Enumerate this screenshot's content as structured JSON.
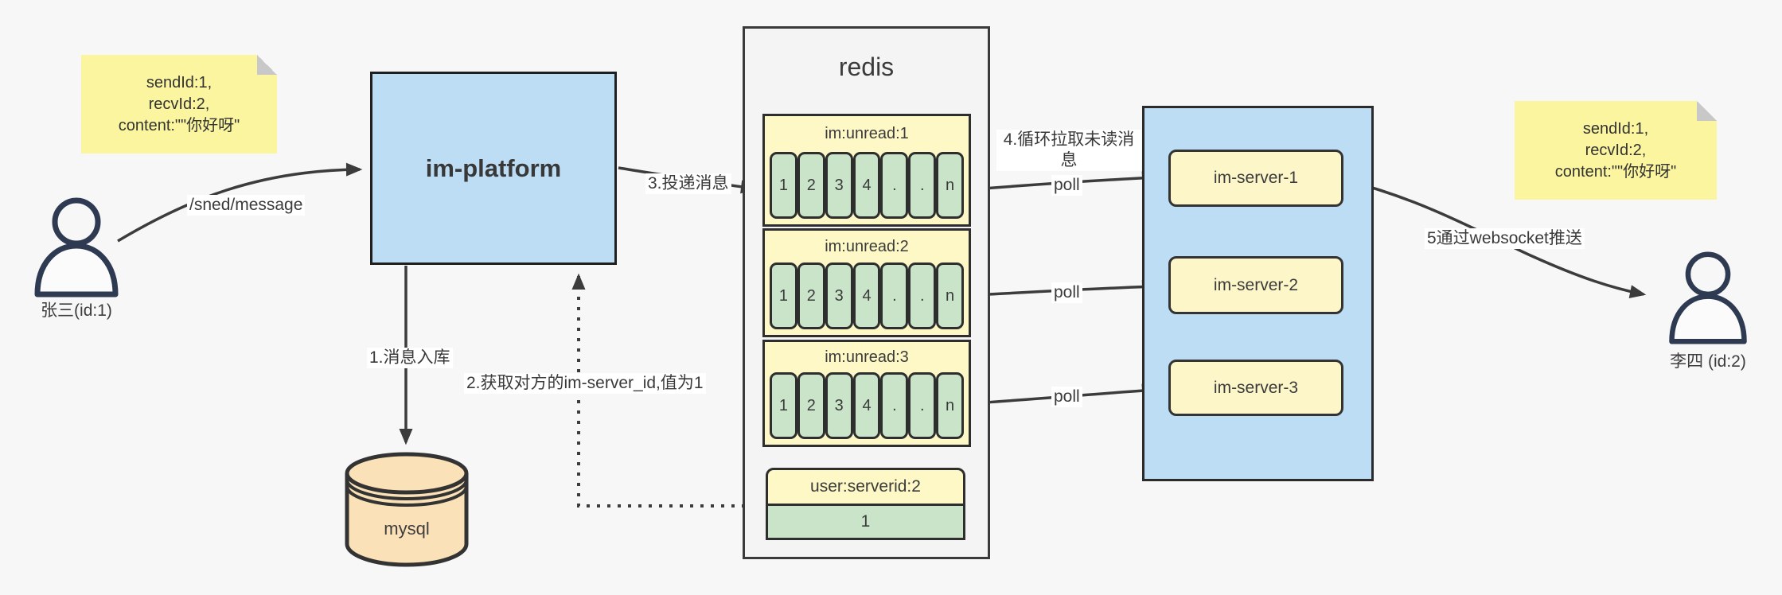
{
  "notes": {
    "left": {
      "line1": "sendId:1,",
      "line2": "recvId:2,",
      "line3": "content:\"\"你好呀\""
    },
    "right": {
      "line1": "sendId:1,",
      "line2": "recvId:2,",
      "line3": "content:\"\"你好呀\""
    }
  },
  "actors": {
    "sender": {
      "label": "张三(id:1)"
    },
    "receiver": {
      "label": "李四 (id:2)"
    }
  },
  "platform": {
    "label": "im-platform"
  },
  "database": {
    "label": "mysql"
  },
  "redis": {
    "title": "redis",
    "queues": [
      {
        "name": "im:unread:1",
        "cells": [
          "1",
          "2",
          "3",
          "4",
          ".",
          ".",
          "n"
        ]
      },
      {
        "name": "im:unread:2",
        "cells": [
          "1",
          "2",
          "3",
          "4",
          ".",
          ".",
          "n"
        ]
      },
      {
        "name": "im:unread:3",
        "cells": [
          "1",
          "2",
          "3",
          "4",
          ".",
          ".",
          "n"
        ]
      }
    ],
    "kv": {
      "name": "user:serverid:2",
      "value": "1"
    }
  },
  "servers": {
    "items": [
      {
        "label": "im-server-1"
      },
      {
        "label": "im-server-2"
      },
      {
        "label": "im-server-3"
      }
    ]
  },
  "edges": {
    "send": "/sned/message",
    "store": "1.消息入库",
    "lookup": "2.获取对方的im-server_id,值为1",
    "deliver": "3.投递消息",
    "pull": "4.循环拉取未读消息",
    "poll": "poll",
    "push": "5通过websocket推送"
  },
  "colors": {
    "canvas_bg": "#F7F7F7",
    "node_blue": "#BDDDF4",
    "note_yellow": "#FAF59E",
    "queue_yellow": "#FDF8C6",
    "server_yellow": "#FCF6C8",
    "cell_green": "#C9E4C8",
    "db_orange": "#FBE1B7",
    "edge_stroke": "#3C3C3C",
    "person_stroke": "#2E3A51"
  }
}
